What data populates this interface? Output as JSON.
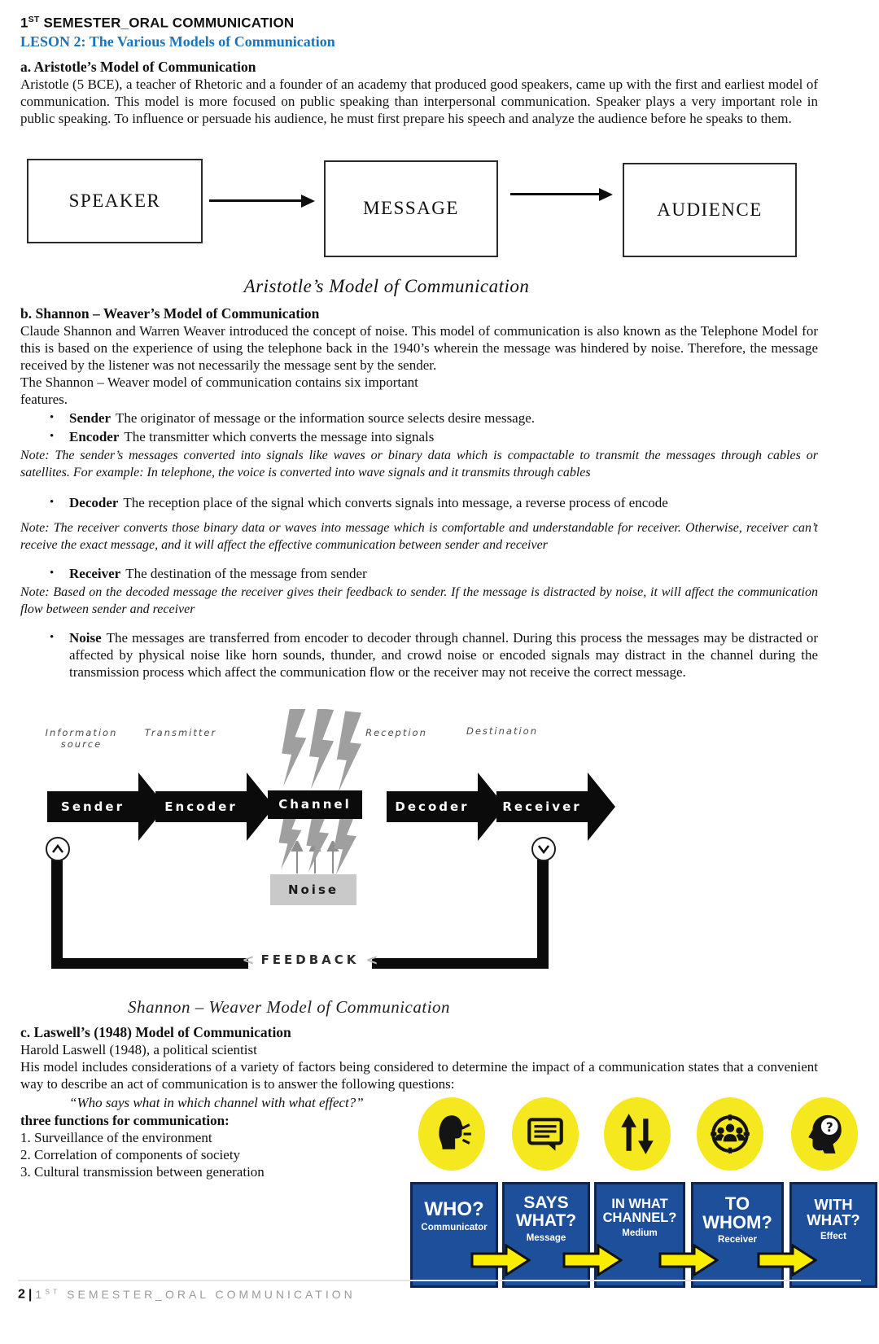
{
  "header": {
    "line1_num": "1",
    "line1_sup": "ST",
    "line1_rest": " SEMESTER_ORAL COMMUNICATION",
    "line2": "LESON 2: The Various Models of Communication"
  },
  "section_a": {
    "heading": "a. Aristotle’s Model of Communication",
    "paragraph": "Aristotle (5 BCE), a teacher of Rhetoric and a founder of an academy that produced good speakers, came up with the first and earliest model of communication. This model is more focused on public speaking than interpersonal communication. Speaker plays a very important role in public speaking. To influence or persuade his audience, he must first prepare his speech and analyze the audience before he speaks to them.",
    "diagram": {
      "boxes": [
        "SPEAKER",
        "MESSAGE",
        "AUDIENCE"
      ],
      "caption": "Aristotle’s Model of Communication"
    }
  },
  "section_b": {
    "heading": "b. Shannon – Weaver’s Model of Communication",
    "paragraph1": "Claude Shannon and Warren Weaver introduced the concept of noise. This model of communication is also known as the Telephone Model for this is based on the experience of using the telephone back in the 1940’s wherein the message was hindered by noise. Therefore, the message received by the listener was not necessarily the message sent by the sender.",
    "paragraph2_line1": "The Shannon – Weaver model of communication contains six important",
    "paragraph2_line2": "features.",
    "bullets": [
      {
        "term": "Sender",
        "text": "The originator of message or the information source selects desire message."
      },
      {
        "term": "Encoder",
        "text": "The transmitter which converts the message into signals"
      },
      {
        "term": "Decoder",
        "text": "The reception place of the signal which converts signals into message, a reverse process of encode"
      },
      {
        "term": "Receiver",
        "text": "The destination of the message from sender"
      },
      {
        "term": "Noise",
        "text": "The messages are transferred from encoder to decoder through channel. During this process the messages may be distracted or affected by physical noise like horn sounds, thunder, and crowd noise or encoded signals may distract in the channel during the transmission process which affect the communication flow or the receiver may not receive the correct message."
      }
    ],
    "notes": [
      "Note: The sender’s messages converted into signals like waves or binary data which is compactable to transmit the messages through cables or satellites. For example: In telephone, the voice is converted into wave signals and it transmits through cables",
      "Note: The receiver converts those binary data or waves into message which is comfortable and understandable for receiver. Otherwise, receiver can’t receive the exact message, and it will affect the effective communication between sender and receiver",
      "Note: Based on the decoded message the receiver gives their feedback to sender. If the message is distracted by noise, it will affect the communication flow between sender and receiver"
    ],
    "diagram": {
      "top_labels": [
        "Information source",
        "Transmitter",
        "Reception",
        "Destination"
      ],
      "flow": [
        "Sender",
        "Encoder",
        "Channel",
        "Decoder",
        "Receiver"
      ],
      "noise_label": "Noise",
      "feedback_label": "FEEDBACK",
      "caption": "Shannon – Weaver Model of Communication"
    }
  },
  "section_c": {
    "heading": "c. Laswell’s (1948) Model of Communication",
    "line1": "Harold Laswell (1948), a political scientist",
    "paragraph": "His model includes considerations of a variety of factors being considered to determine the impact of a communication states that a convenient way to describe an act of communication is to answer the following questions:",
    "quote": "“Who says what in which channel with what effect?”",
    "functions_heading": "three functions for communication:",
    "functions": [
      "1. Surveillance of the environment",
      "2. Correlation of components of society",
      "3. Cultural transmission between generation"
    ],
    "graphic": {
      "icons": [
        "speaking-head",
        "speech-bubble",
        "channel-arrows",
        "audience-target",
        "thinking-head"
      ],
      "boxes": [
        {
          "question": "WHO?",
          "label": "Communicator"
        },
        {
          "question": "SAYS WHAT?",
          "label": "Message"
        },
        {
          "question": "IN WHAT CHANNEL?",
          "label": "Medium"
        },
        {
          "question": "TO WHOM?",
          "label": "Receiver"
        },
        {
          "question": "WITH WHAT?",
          "label": "Effect"
        }
      ]
    }
  },
  "footer": {
    "page_number": "2",
    "separator": "|",
    "title_num": "1",
    "title_sup": "ST",
    "title_rest": " SEMESTER_ORAL COMMUNICATION"
  },
  "colors": {
    "accent_blue": "#1b75bc",
    "box_blue": "#1d4f9b",
    "icon_yellow": "#f6e81e",
    "arrow_yellow": "#f9ed00"
  }
}
